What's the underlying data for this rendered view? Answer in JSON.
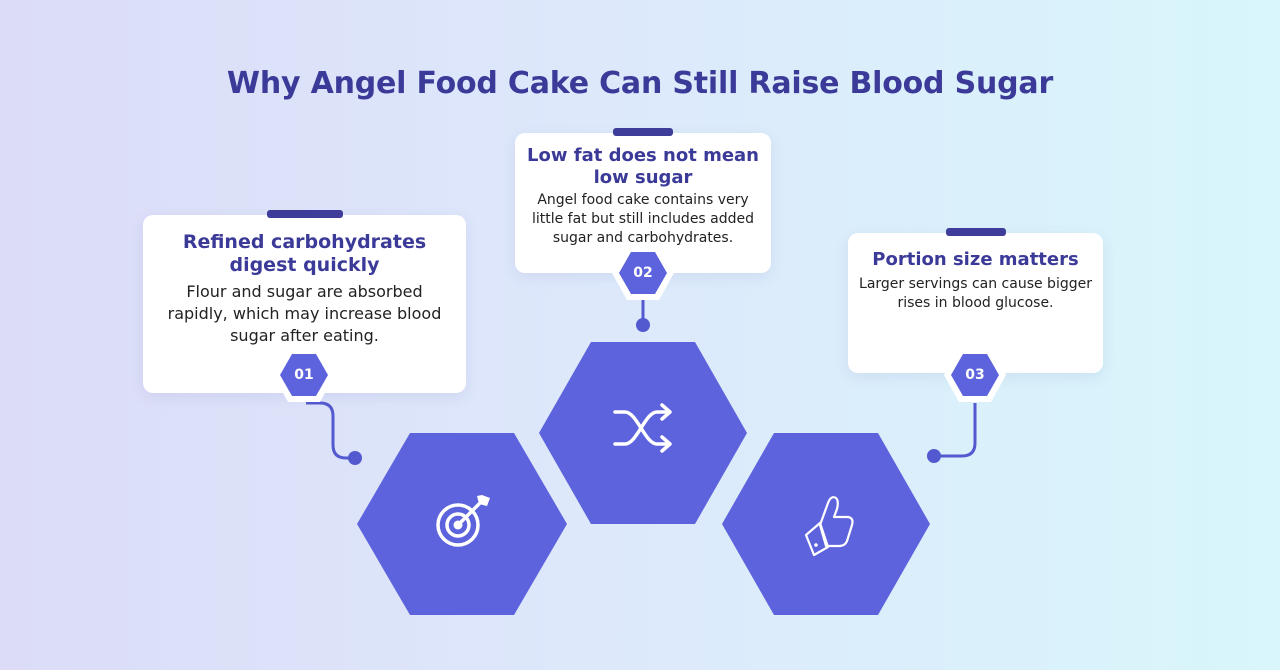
{
  "title": "Why Angel Food Cake Can Still Raise Blood Sugar",
  "colors": {
    "primary": "#5d63dc",
    "dark": "#3b3a98",
    "connector": "#5359cf",
    "card": "#ffffff"
  },
  "steps": [
    {
      "number": "01",
      "heading": "Refined carbohydrates digest quickly",
      "text": "Flour and sugar are absorbed rapidly, which may increase blood sugar after eating.",
      "icon": "target-icon"
    },
    {
      "number": "02",
      "heading": "Low fat does not mean low sugar",
      "text": "Angel food cake contains very little fat but still includes added sugar and carbohydrates.",
      "icon": "shuffle-icon"
    },
    {
      "number": "03",
      "heading": "Portion size matters",
      "text": "Larger servings can cause bigger rises in blood glucose.",
      "icon": "thumbs-up-icon"
    }
  ]
}
